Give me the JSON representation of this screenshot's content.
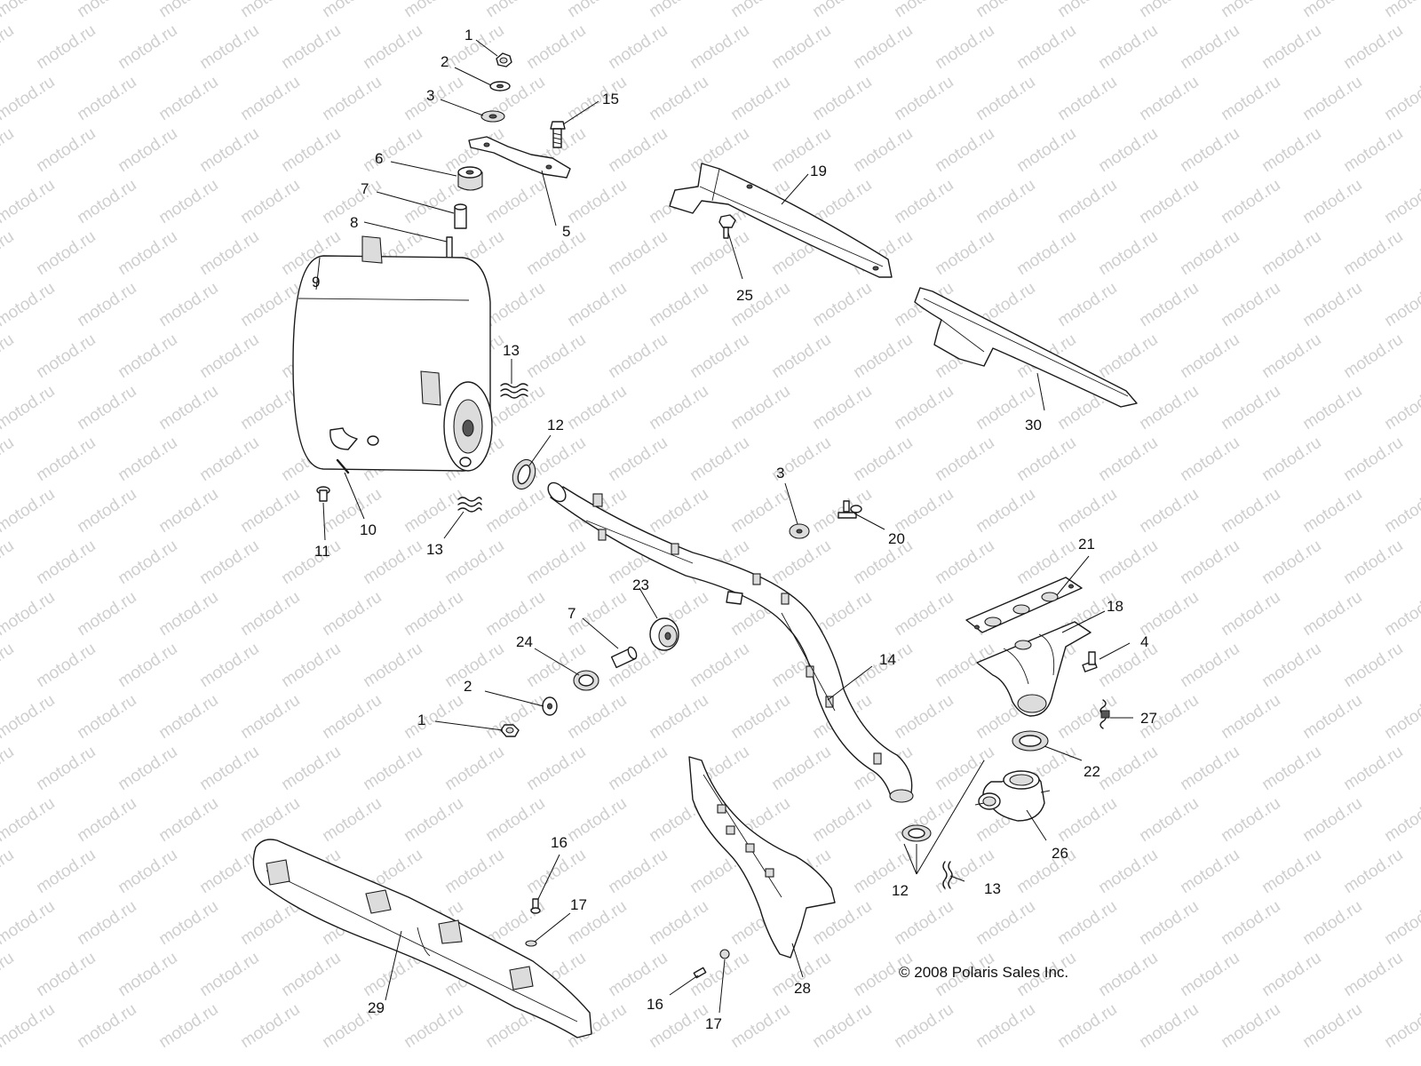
{
  "watermark": "motod.ru",
  "copyright": "© 2008 Polaris Sales Inc.",
  "callouts": {
    "c1a": "1",
    "c2a": "2",
    "c3a": "3",
    "c15": "15",
    "c6": "6",
    "c7a": "7",
    "c8": "8",
    "c5": "5",
    "c19": "19",
    "c25": "25",
    "c9": "9",
    "c13a": "13",
    "c12a": "12",
    "c10": "10",
    "c11": "11",
    "c13b": "13",
    "c3b": "3",
    "c20": "20",
    "c30": "30",
    "c21": "21",
    "c18": "18",
    "c4": "4",
    "c23": "23",
    "c7b": "7",
    "c24": "24",
    "c2b": "2",
    "c1b": "1",
    "c14": "14",
    "c27": "27",
    "c22": "22",
    "c26": "26",
    "c12b": "12",
    "c13c": "13",
    "c16a": "16",
    "c17a": "17",
    "c16b": "16",
    "c17b": "17",
    "c28": "28",
    "c29": "29"
  }
}
